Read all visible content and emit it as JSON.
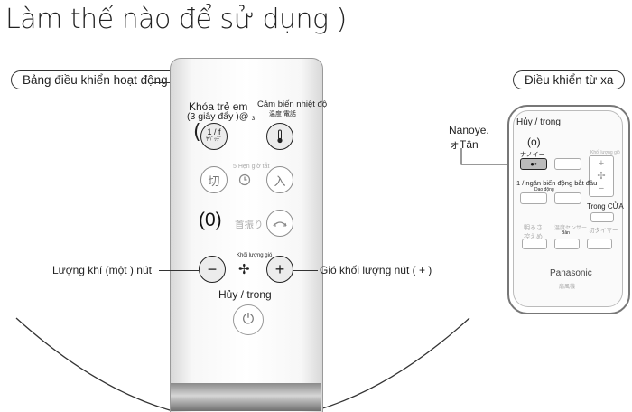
{
  "page_title": "Làm thế nào để sử dụng )",
  "labels": {
    "control_panel": "Bảng điều khiển hoạt động )",
    "remote": "Điều khiển từ xa"
  },
  "panel": {
    "child_lock": "Khóa trẻ em",
    "child_lock_note": "(3 giây đẩy )@ ₃",
    "child_lock_button": "1 / f",
    "child_lock_button_sub": "ﾔﾊﾟｯﾁﾞ",
    "temp_sensor": "Cảm biến nhiệt độ",
    "temp_sensor_sub": "温度 電話",
    "off_button": "切",
    "on_button": "入",
    "timer_label": "5 Hẹn giờ tắt",
    "swing_prefix": "(0)",
    "swing_label": "首振り",
    "airflow_label": "Khối lượng gió",
    "minus_symbol": "−",
    "plus_symbol": "+",
    "fan_symbol": "✢",
    "cancel_in": "Hủy / trong",
    "power_symbol": "⏻"
  },
  "callouts": {
    "airflow_minus": "Lượng khí (một ) nút",
    "airflow_plus": "Gió khối lượng nút ( + )",
    "nanoe_line1": "Nanoye.",
    "nanoe_line2": "ォTân"
  },
  "remote": {
    "cancel_in": "Hủy / trong",
    "o_label": "(o)",
    "nanoe_jp": "ナノイー",
    "nanoe_button": "●•",
    "fan_vol_label": "Khối lượng gió",
    "plus_symbol": "+",
    "fan_symbol": "✢",
    "minus_symbol": "−",
    "swing_start": "1 / ngăn biến động bắt đầu",
    "swing_sub": "Dao động",
    "inside_door": "Trong CỬA",
    "brightness": "明るさ 控えめ",
    "temp_sensor": "温度センサー",
    "sensor_sub": "Bản",
    "off_timer": "切タイマー",
    "brand": "Panasonic",
    "model": "扇風機"
  }
}
